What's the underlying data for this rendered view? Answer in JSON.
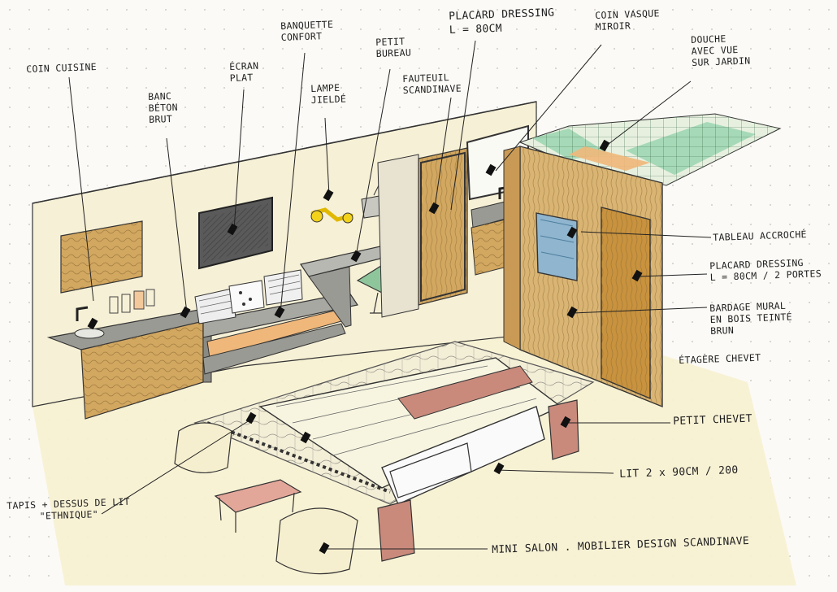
{
  "labels": {
    "coin_cuisine": "COIN CUISINE",
    "banc_l1": "BANC",
    "banc_l2": "BÉTON",
    "banc_l3": "BRUT",
    "ecran_l1": "ÉCRAN",
    "ecran_l2": "PLAT",
    "banquette_l1": "BANQUETTE",
    "banquette_l2": "CONFORT",
    "lampe_l1": "LAMPE",
    "lampe_l2": "JIELDÉ",
    "bureau_l1": "PETIT",
    "bureau_l2": "BUREAU",
    "fauteuil_l1": "FAUTEUIL",
    "fauteuil_l2": "SCANDINAVE",
    "placard_top_l1": "PLACARD DRESSING",
    "placard_top_l2": "L = 80CM",
    "vasque_l1": "COIN VASQUE",
    "vasque_l2": "MIROIR",
    "douche_l1": "DOUCHE",
    "douche_l2": "AVEC VUE",
    "douche_l3": "SUR JARDIN",
    "tableau": "TABLEAU ACCROCHÉ",
    "placard_right_l1": "PLACARD DRESSING",
    "placard_right_l2": "L = 80CM / 2 PORTES",
    "bardage_l1": "BARDAGE MURAL",
    "bardage_l2": "EN BOIS TEINTÉ",
    "bardage_l3": "BRUN",
    "etagere": "ÉTAGÈRE CHEVET",
    "chevet": "PETIT CHEVET",
    "lit": "LIT 2 x 90CM / 200",
    "tapis_l1": "TAPIS + DESSUS DE LIT",
    "tapis_l2": "\"ETHNIQUE\"",
    "mini_salon": "MINI SALON . MOBILIER DESIGN SCANDINAVE"
  },
  "colors": {
    "wood": "#c9a15a",
    "wood_grain": "#8a6a34",
    "wall": "#f6f0d6",
    "floor": "#f7f1d2",
    "concrete": "#9a9a94",
    "orange": "#f0b77a",
    "screen": "#5a5a5a",
    "lamp": "#f2d21a",
    "chair": "#8fc59a",
    "blue": "#8fb5cf",
    "shower_glass": "#9fd6b2",
    "red": "#c98a7c",
    "ink": "#222222"
  }
}
